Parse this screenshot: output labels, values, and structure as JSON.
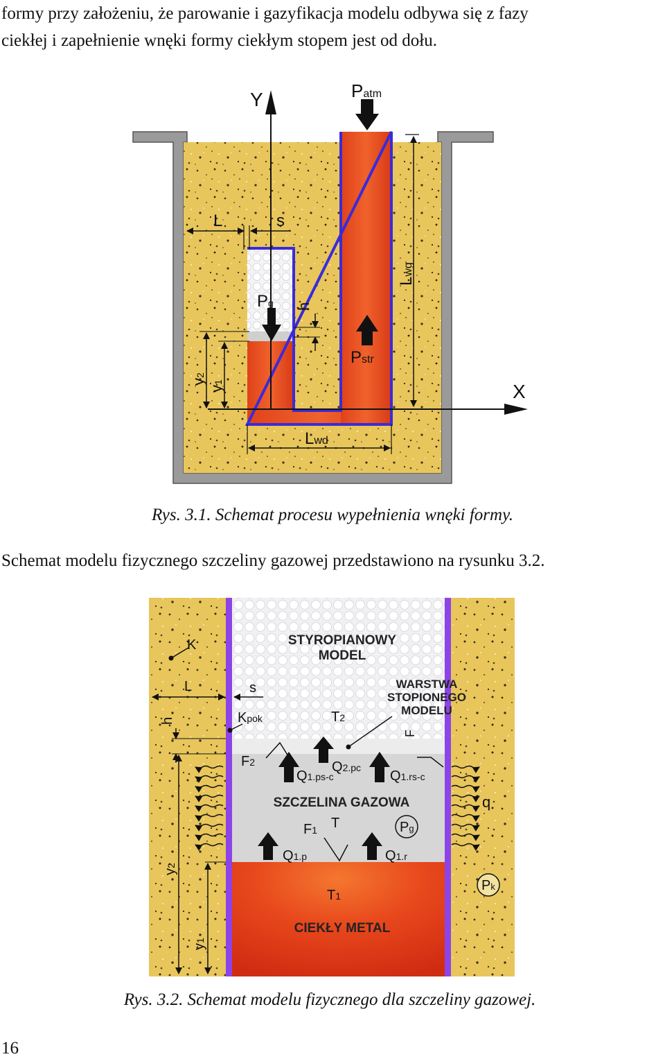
{
  "text": {
    "para1_line1": "formy przy założeniu, że parowanie i gazyfikacja modelu odbywa się z fazy",
    "para1_line2": "ciekłej i zapełnienie wnęki formy ciekłym stopem jest od dołu.",
    "caption1": "Rys. 3.1. Schemat procesu wypełnienia wnęki formy.",
    "para2": "Schemat modelu fizycznego szczeliny gazowej  przedstawiono na rysunku 3.2.",
    "caption2": "Rys. 3.2. Schemat modelu fizycznego dla szczeliny gazowej.",
    "page_number": "16"
  },
  "figure1": {
    "axis_y": "Y",
    "axis_x": "X",
    "p_atm": "P",
    "p_atm_sub": "atm",
    "p_g": "P",
    "p_g_sub": "g",
    "p_str": "P",
    "p_str_sub": "str",
    "L": "L",
    "s": "s",
    "h": "h",
    "L_wg": "L",
    "L_wg_sub": "wg",
    "L_wd": "L",
    "L_wd_sub": "wd",
    "y1": "y",
    "y1_sub": "1",
    "y2": "y",
    "y2_sub": "2"
  },
  "figure2": {
    "model_line1": "STYROPIANOWY",
    "model_line2": "MODEL",
    "layer_line1": "WARSTWA",
    "layer_line2": "STOPIONEGO",
    "layer_line3": "MODELU",
    "gap": "SZCZELINA GAZOWA",
    "metal": "CIEKŁY METAL",
    "K": "K",
    "L": "L",
    "s": "s",
    "h": "h",
    "K_pok": "K",
    "K_pok_sub": "pok",
    "T2": "T",
    "T2_sub": "2",
    "F": "F",
    "F2": "F",
    "F2_sub": "2",
    "Q1ps": "Q",
    "Q1ps_sub": "1.ps-c",
    "Q2pc": "Q",
    "Q2pc_sub": "2.pc",
    "Q1rs": "Q",
    "Q1rs_sub": "1.rs-c",
    "q": "q",
    "F1": "F",
    "F1_sub": "1",
    "T": "T",
    "Pg": "P",
    "Pg_sub": "g",
    "Q1p": "Q",
    "Q1p_sub": "1.p",
    "Q1r": "Q",
    "Q1r_sub": "1.r",
    "Pk": "P",
    "Pk_sub": "k",
    "T1": "T",
    "T1_sub": "1",
    "y2": "y",
    "y2_sub": "2",
    "y1": "y",
    "y1_sub": "1"
  },
  "colors": {
    "sand": "#e6c35a",
    "mold_wall": "#9a9a9a",
    "metal": "#e5451c",
    "outline": "#3a2bd8",
    "gap": "#d4d4d4",
    "purple_wall": "#8c44e8"
  }
}
